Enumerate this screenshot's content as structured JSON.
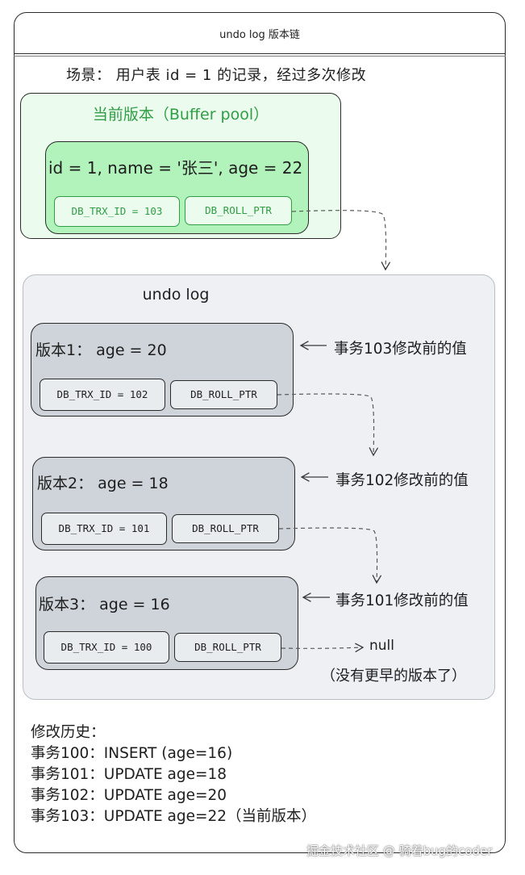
{
  "diagram": {
    "title": "undo log 版本链",
    "scenario": "场景： 用户表 id = 1 的记录，经过多次修改",
    "current": {
      "title": "当前版本（Buffer pool）",
      "record": "id = 1, name = '张三', age = 22",
      "trx_id": "DB_TRX_ID = 103",
      "roll_ptr": "DB_ROLL_PTR"
    },
    "undo": {
      "title": "undo log",
      "versions": [
        {
          "label": "版本1： age = 20",
          "trx_id": "DB_TRX_ID = 102",
          "roll_ptr": "DB_ROLL_PTR",
          "note": "事务103修改前的值"
        },
        {
          "label": "版本2： age = 18",
          "trx_id": "DB_TRX_ID = 101",
          "roll_ptr": "DB_ROLL_PTR",
          "note": "事务102修改前的值"
        },
        {
          "label": "版本3： age = 16",
          "trx_id": "DB_TRX_ID = 100",
          "roll_ptr": "DB_ROLL_PTR",
          "note": "事务101修改前的值"
        }
      ],
      "null_label": "null",
      "null_note": "（没有更早的版本了）"
    },
    "history": {
      "title": "修改历史：",
      "items": [
        "事务100：INSERT (age=16)",
        "事务101：UPDATE age=18",
        "事务102：UPDATE age=20",
        "事务103：UPDATE age=22（当前版本）"
      ]
    },
    "watermark": "掘金技术社区 @ 骑着bug的coder"
  },
  "colors": {
    "current_bg": "#ebfbee",
    "record_bg": "#b2f2bb",
    "accent_green": "#2f9e44",
    "undo_bg": "#eef0f3",
    "version_bg": "#ced4da",
    "pill_gray_bg": "#e9ecef",
    "stroke": "#2b2b2b"
  }
}
